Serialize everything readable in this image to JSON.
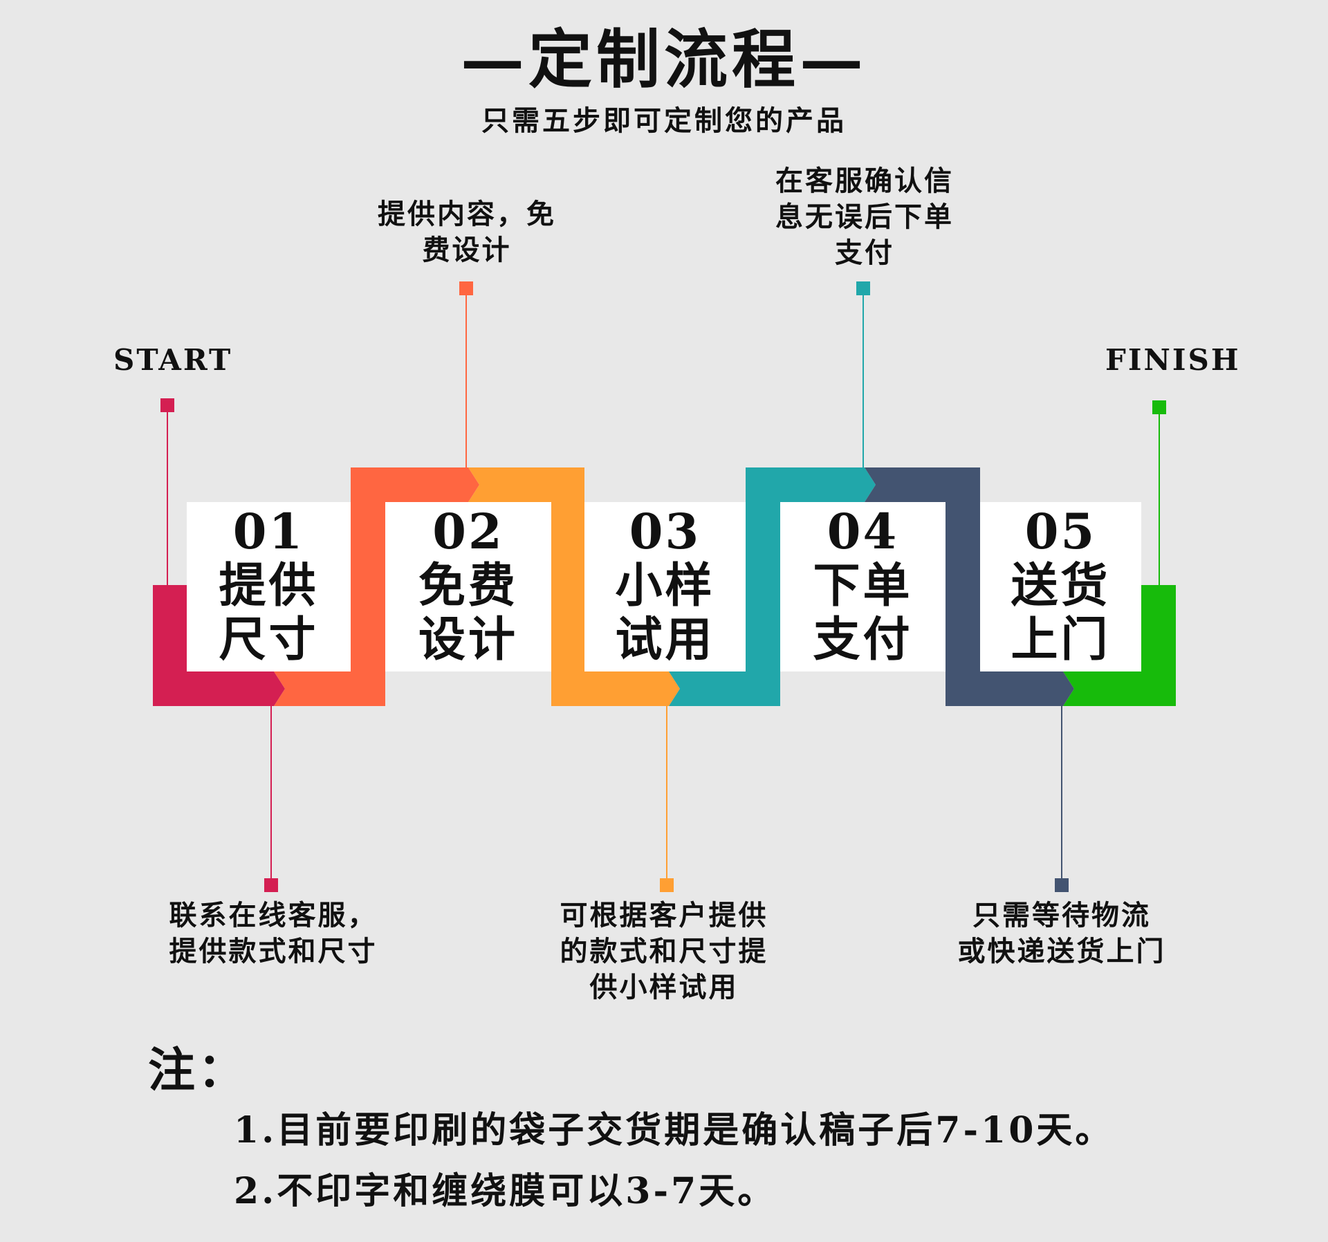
{
  "title": "—定制流程—",
  "subtitle": "只需五步即可定制您的产品",
  "start_label": "START",
  "finish_label": "FINISH",
  "colors": {
    "step1": "#d41f52",
    "step2": "#ff6641",
    "step3": "#ff9f33",
    "step4": "#21a7aa",
    "step5": "#435471",
    "finish": "#17bb0b",
    "background": "#e8e8e8"
  },
  "steps": [
    {
      "number": "01",
      "line1": "提供",
      "line2": "尺寸",
      "description": "联系在线客服，\n提供款式和尺寸"
    },
    {
      "number": "02",
      "line1": "免费",
      "line2": "设计",
      "description": "提供内容，免\n费设计"
    },
    {
      "number": "03",
      "line1": "小样",
      "line2": "试用",
      "description": "可根据客户提供\n的款式和尺寸提\n供小样试用"
    },
    {
      "number": "04",
      "line1": "下单",
      "line2": "支付",
      "description": "在客服确认信\n息无误后下单\n支付"
    },
    {
      "number": "05",
      "line1": "送货",
      "line2": "上门",
      "description": "只需等待物流\n或快递送货上门"
    }
  ],
  "notes": {
    "heading": "注：",
    "items": [
      "1.目前要印刷的袋子交货期是确认稿子后7-10天。",
      "2.不印字和缠绕膜可以3-7天。"
    ]
  }
}
